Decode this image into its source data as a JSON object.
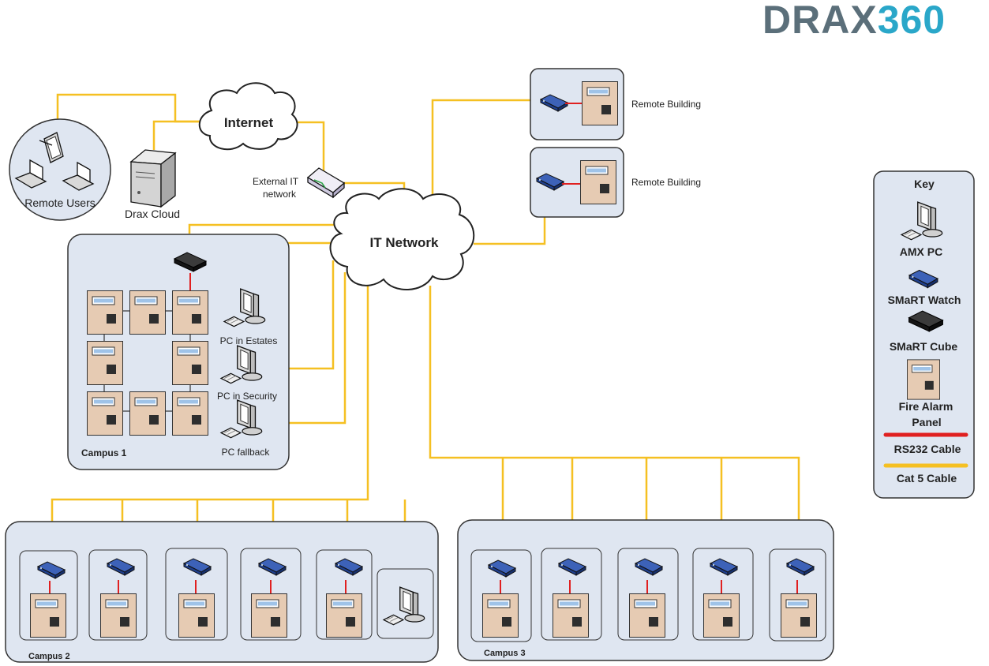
{
  "logo": {
    "part1": "DRAX",
    "part2": "360"
  },
  "clouds": {
    "internet": "Internet",
    "it_network": "IT Network"
  },
  "labels": {
    "remote_users": "Remote Users",
    "drax_cloud": "Drax Cloud",
    "external_it": "External IT",
    "external_it_2": "network",
    "remote_building_1": "Remote Building",
    "remote_building_2": "Remote Building",
    "pc_estates": "PC in Estates",
    "pc_security": "PC in Security",
    "pc_fallback": "PC fallback",
    "campus1": "Campus 1",
    "campus2": "Campus 2",
    "campus3": "Campus 3"
  },
  "key": {
    "title": "Key",
    "items": [
      "AMX PC",
      "SMaRT Watch",
      "SMaRT Cube",
      "Fire Alarm",
      "Panel",
      "RS232 Cable",
      "Cat 5 Cable"
    ]
  },
  "colors": {
    "cat5": "#f5c022",
    "rs232": "#e02020",
    "panel_fill": "#e6cbb3",
    "group_fill": "#dfe6f1",
    "group_stroke": "#3a3a3a",
    "watch": "#1f3f8c",
    "cube": "#1a1a1a",
    "logo_dark": "#5b6f7a",
    "logo_accent": "#2aa7c9"
  }
}
